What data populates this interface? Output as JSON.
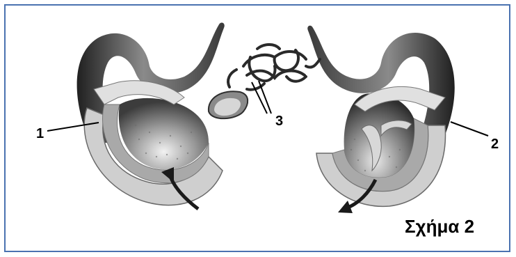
{
  "figure": {
    "labels": {
      "one": "1",
      "two": "2",
      "three": "3"
    },
    "caption": "Σχήμα 2"
  }
}
